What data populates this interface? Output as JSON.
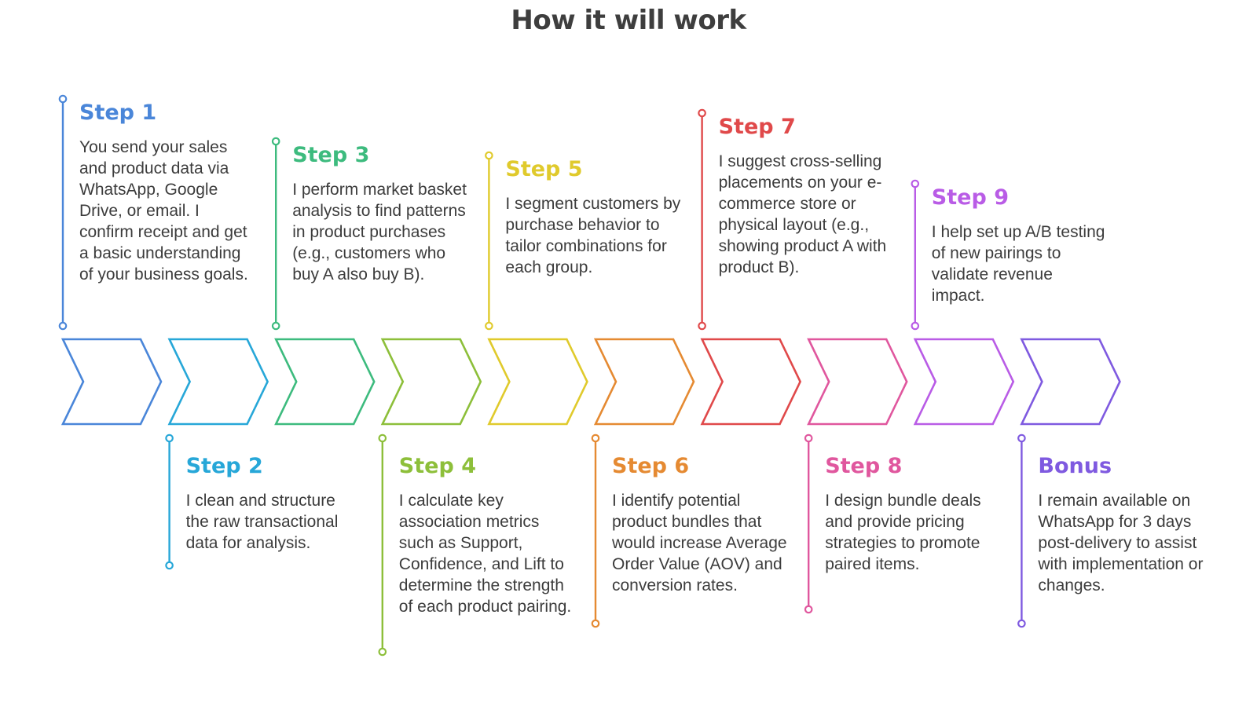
{
  "title": "How it will work",
  "steps": [
    {
      "label": "Step 1",
      "color": "#4a86d9",
      "text": "You send your sales and product data via WhatsApp, Google Drive, or email. I confirm receipt and get a basic understanding of your business goals."
    },
    {
      "label": "Step 2",
      "color": "#27a7d8",
      "text": "I clean and structure the raw transactional data for analysis."
    },
    {
      "label": "Step 3",
      "color": "#3dbb7e",
      "text": "I perform market basket analysis to find patterns in product purchases (e.g., customers who buy A also buy B)."
    },
    {
      "label": "Step 4",
      "color": "#8dbf3a",
      "text": "I calculate key association metrics such as Support, Confidence, and Lift to determine the strength of each product pairing."
    },
    {
      "label": "Step 5",
      "color": "#e0ca2c",
      "text": "I segment customers by purchase behavior to tailor combinations for each group."
    },
    {
      "label": "Step 6",
      "color": "#e58a32",
      "text": "I identify potential product bundles that would increase Average Order Value (AOV) and conversion rates."
    },
    {
      "label": "Step 7",
      "color": "#e0494a",
      "text": "I suggest cross-selling placements on your e-commerce store or physical layout (e.g., showing product A with product B)."
    },
    {
      "label": "Step 8",
      "color": "#e0579e",
      "text": "I design bundle deals and provide pricing strategies to promote paired items."
    },
    {
      "label": "Step 9",
      "color": "#b95ce6",
      "text": "I help set up A/B testing of new pairings to validate revenue impact."
    },
    {
      "label": "Bonus",
      "color": "#7f5ae0",
      "text": "I remain available on WhatsApp for 3 days post-delivery to assist with implementation or changes."
    }
  ]
}
